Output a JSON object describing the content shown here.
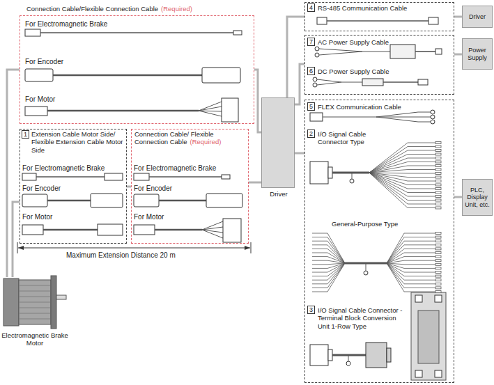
{
  "diagram": {
    "nodes": [
      {
        "text": [
          "Connection Cable/Flexible Connection Cable",
          "(Required)"
        ]
      },
      {
        "text": [
          "Extension Cable Motor Side/ Flexible Extension Cable Motor Side"
        ]
      },
      {
        "text": [
          "Connection Cable/ Flexible Connection Cable",
          "(Required)"
        ]
      },
      {
        "text": [
          "Electromagnetic Brake Motor"
        ]
      },
      {
        "text": [
          "Driver"
        ]
      },
      {
        "text": [
          "RS-485 Communication Cable"
        ]
      },
      {
        "text": [
          "Driver"
        ]
      },
      {
        "text": [
          "AC Power Supply Cable",
          "DC Power Supply Cable"
        ]
      },
      {
        "text": [
          "Power Supply"
        ]
      },
      {
        "text": [
          "FLEX Communication Cable",
          "I/O Signal Cable Connector Type",
          "General-Purpose Type",
          "I/O Signal Cable Connector - Terminal Block Conversion Unit 1-Row Type"
        ]
      },
      {
        "text": [
          "PLC, Display Unit, etc."
        ]
      }
    ],
    "edges": [
      {
        "from": 3,
        "to": 0,
        "arrow": "none"
      },
      {
        "from": 3,
        "to": 1,
        "arrow": "none"
      },
      {
        "from": 0,
        "to": 4,
        "arrow": "none"
      },
      {
        "from": 1,
        "to": 2,
        "arrow": "none"
      },
      {
        "from": 2,
        "to": 4,
        "arrow": "none"
      },
      {
        "from": 4,
        "to": 5,
        "arrow": "none"
      },
      {
        "from": 5,
        "to": 6,
        "arrow": "none"
      },
      {
        "from": 4,
        "to": 7,
        "arrow": "none"
      },
      {
        "from": 7,
        "to": 8,
        "arrow": "none"
      },
      {
        "from": 4,
        "to": 9,
        "arrow": "none"
      },
      {
        "from": 9,
        "to": 10,
        "arrow": "none"
      }
    ],
    "labels": [
      "For Electromagnetic Brake",
      "For Encoder",
      "For Motor",
      "1",
      "For Electromagnetic Brake",
      "For Encoder",
      "For Motor",
      "For Electromagnetic Brake",
      "For Encoder",
      "For Motor",
      "Maximum Extension Distance 20 m",
      "4",
      "7",
      "6",
      "5",
      "2",
      "3"
    ]
  }
}
